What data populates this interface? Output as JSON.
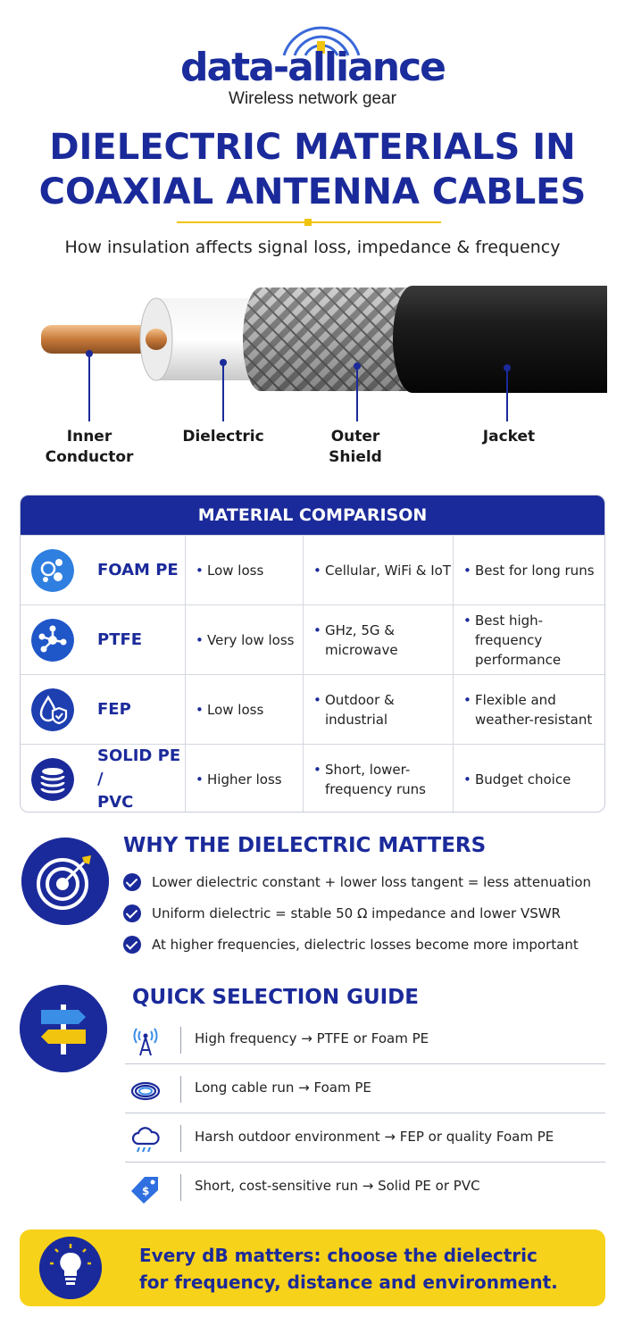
{
  "brand": {
    "name": "data-alliance",
    "tagline": "Wireless network gear",
    "color": "#1b2d9c",
    "logo_icon": "signal-waves-icon"
  },
  "header": {
    "title_line1": "DIELECTRIC MATERIALS IN",
    "title_line2": "COAXIAL ANTENNA CABLES",
    "subtitle": "How insulation affects signal loss, impedance & frequency"
  },
  "diagram": {
    "labels": {
      "inner_line1": "Inner",
      "inner_line2": "Conductor",
      "dielectric": "Dielectric",
      "shield_line1": "Outer",
      "shield_line2": "Shield",
      "jacket": "Jacket"
    }
  },
  "comparison": {
    "heading": "MATERIAL COMPARISON",
    "rows": [
      {
        "icon": "bubbles-icon",
        "name_line1": "FOAM PE",
        "name_line2": "",
        "loss": "Low loss",
        "use_line1": "Cellular, WiFi & IoT",
        "use_line2": "",
        "note_line1": "Best for long runs",
        "note_line2": ""
      },
      {
        "icon": "molecule-icon",
        "name_line1": "PTFE",
        "name_line2": "",
        "loss": "Very low loss",
        "use_line1": "GHz, 5G &",
        "use_line2": "microwave",
        "note_line1": "Best high-frequency",
        "note_line2": "performance"
      },
      {
        "icon": "droplet-shield-icon",
        "name_line1": "FEP",
        "name_line2": "",
        "loss": "Low loss",
        "use_line1": "Outdoor &",
        "use_line2": "industrial",
        "note_line1": "Flexible and",
        "note_line2": "weather-resistant"
      },
      {
        "icon": "stack-icon",
        "name_line1": "SOLID PE /",
        "name_line2": "PVC",
        "loss": "Higher loss",
        "use_line1": "Short, lower-",
        "use_line2": "frequency runs",
        "note_line1": "Budget choice",
        "note_line2": ""
      }
    ]
  },
  "why": {
    "title": "WHY THE DIELECTRIC MATTERS",
    "icon": "target-icon",
    "items": [
      "Lower dielectric constant + lower loss tangent = less attenuation",
      "Uniform dielectric = stable 50 Ω impedance and lower VSWR",
      "At higher frequencies, dielectric losses become more important"
    ]
  },
  "guide": {
    "title": "QUICK SELECTION GUIDE",
    "icon": "signpost-icon",
    "items": [
      {
        "icon": "antenna-icon",
        "text": "High frequency → PTFE or Foam PE"
      },
      {
        "icon": "cable-coil-icon",
        "text": "Long cable run → Foam PE"
      },
      {
        "icon": "storm-cloud-icon",
        "text": "Harsh outdoor environment → FEP or quality Foam PE"
      },
      {
        "icon": "price-tag-icon",
        "text": "Short, cost-sensitive run → Solid PE or PVC"
      }
    ]
  },
  "banner": {
    "icon": "lightbulb-icon",
    "line1": "Every dB matters: choose the dielectric",
    "line2": "for frequency, distance and environment."
  },
  "colors": {
    "primary": "#1b2a9a",
    "accent": "#f1c40f",
    "banner": "#f7d21a"
  }
}
